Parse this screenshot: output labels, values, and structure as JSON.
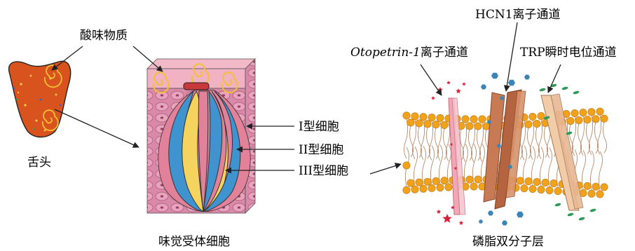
{
  "labels": {
    "sour_substance": "酸味物质",
    "tongue": "舌头",
    "taste_receptor_cell": "味觉受体细胞",
    "type1_cell": "I型细胞",
    "type2_cell": "II型细胞",
    "type3_cell": "III型细胞",
    "hcn1": "HCN1离子通道",
    "otop_name": "Otopetrin-1",
    "otop_suffix": "离子通道",
    "trp": "TRP瞬时电位通道",
    "bilayer": "磷脂双分子层"
  },
  "colors": {
    "tongue": "#d9531e",
    "bud_pink": "#e2819a",
    "bud_blue": "#3f93cf",
    "bud_yellow": "#f4d35e",
    "tissue": "#d98aa8",
    "lipid_head": "#f0a21a",
    "otop_channel": "#f1a7b5",
    "hcn1_channel": "#c87a55",
    "trp_channel": "#f2cba8",
    "star_red": "#d8203a",
    "ion_blue": "#3c84b8",
    "ion_green": "#2e9a58"
  },
  "icons": [
    "tongue",
    "taste-bud",
    "spiral-sour-molecule",
    "lipid-bilayer",
    "ion-channel",
    "star-ion",
    "hexagon-ion"
  ]
}
